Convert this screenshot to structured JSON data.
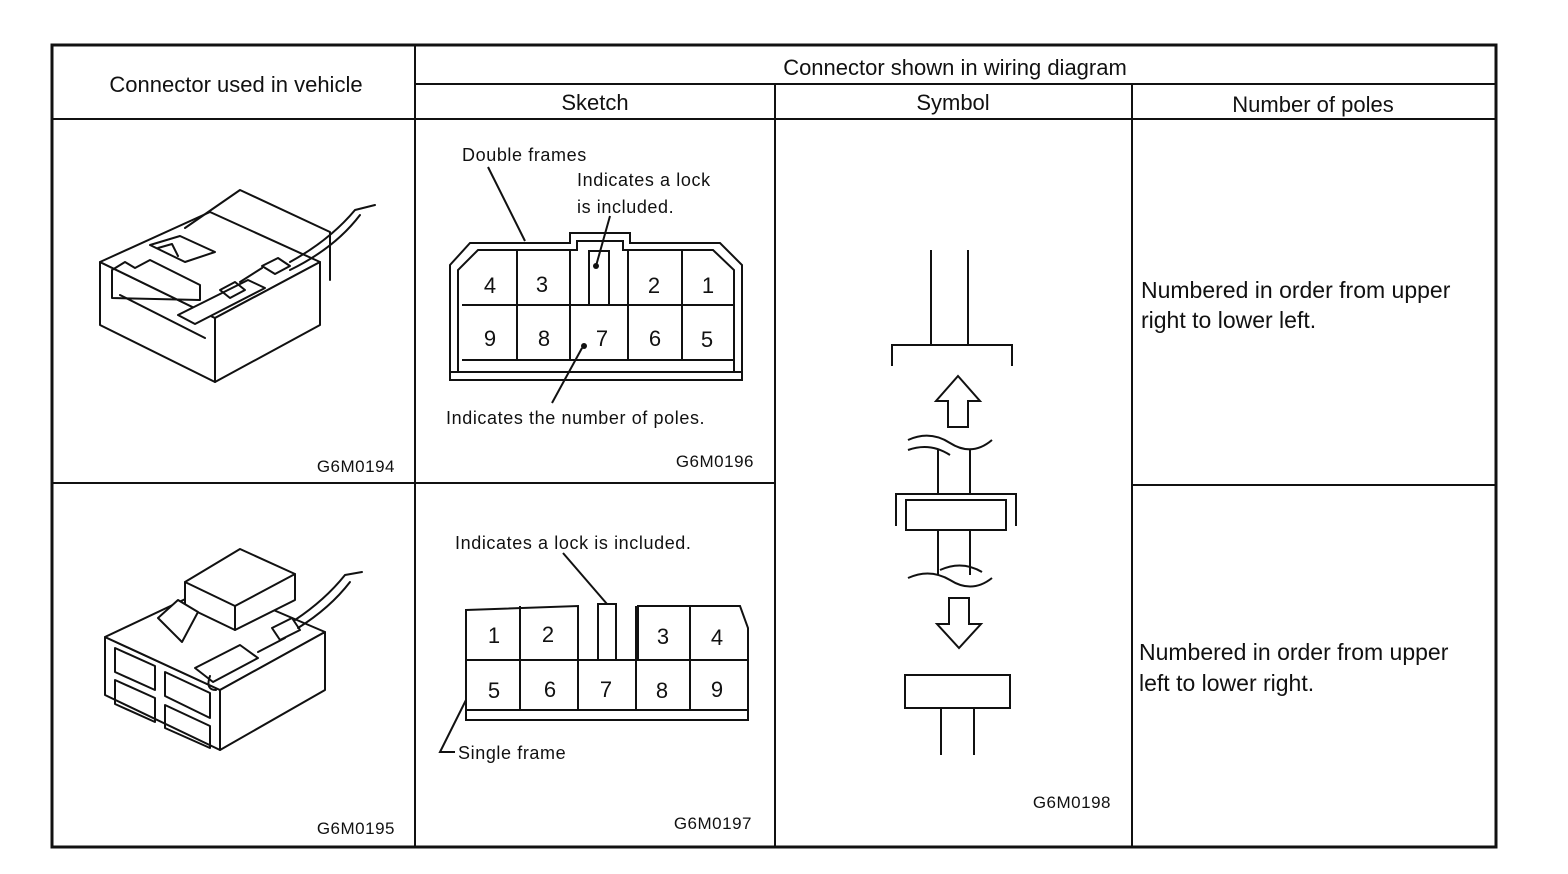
{
  "table": {
    "header_vehicle": "Connector used in vehicle",
    "header_diagram": "Connector shown in wiring diagram",
    "header_sketch": "Sketch",
    "header_symbol": "Symbol",
    "header_poles": "Number of poles"
  },
  "row1": {
    "vehicle_code": "G6M0194",
    "sketch_label_frames": "Double frames",
    "sketch_label_lock_1": "Indicates a lock",
    "sketch_label_lock_2": "is included.",
    "sketch_label_poles": "Indicates the number of poles.",
    "sketch_code": "G6M0196",
    "pins_top": [
      "4",
      "3",
      "2",
      "1"
    ],
    "pins_bottom": [
      "9",
      "8",
      "7",
      "6",
      "5"
    ],
    "poles_line1": "Numbered in order from upper",
    "poles_line2": "right to lower left."
  },
  "row2": {
    "vehicle_code": "G6M0195",
    "sketch_label_lock": "Indicates a lock is included.",
    "sketch_label_frame": "Single frame",
    "sketch_code": "G6M0197",
    "pins_top": [
      "1",
      "2",
      "3",
      "4"
    ],
    "pins_bottom": [
      "5",
      "6",
      "7",
      "8",
      "9"
    ],
    "poles_line1": "Numbered in order from upper",
    "poles_line2": "left to lower right."
  },
  "symbol": {
    "code": "G6M0198"
  },
  "icons": [
    "connector-vehicle-drawing-icon",
    "up-arrow-icon",
    "down-arrow-icon"
  ]
}
